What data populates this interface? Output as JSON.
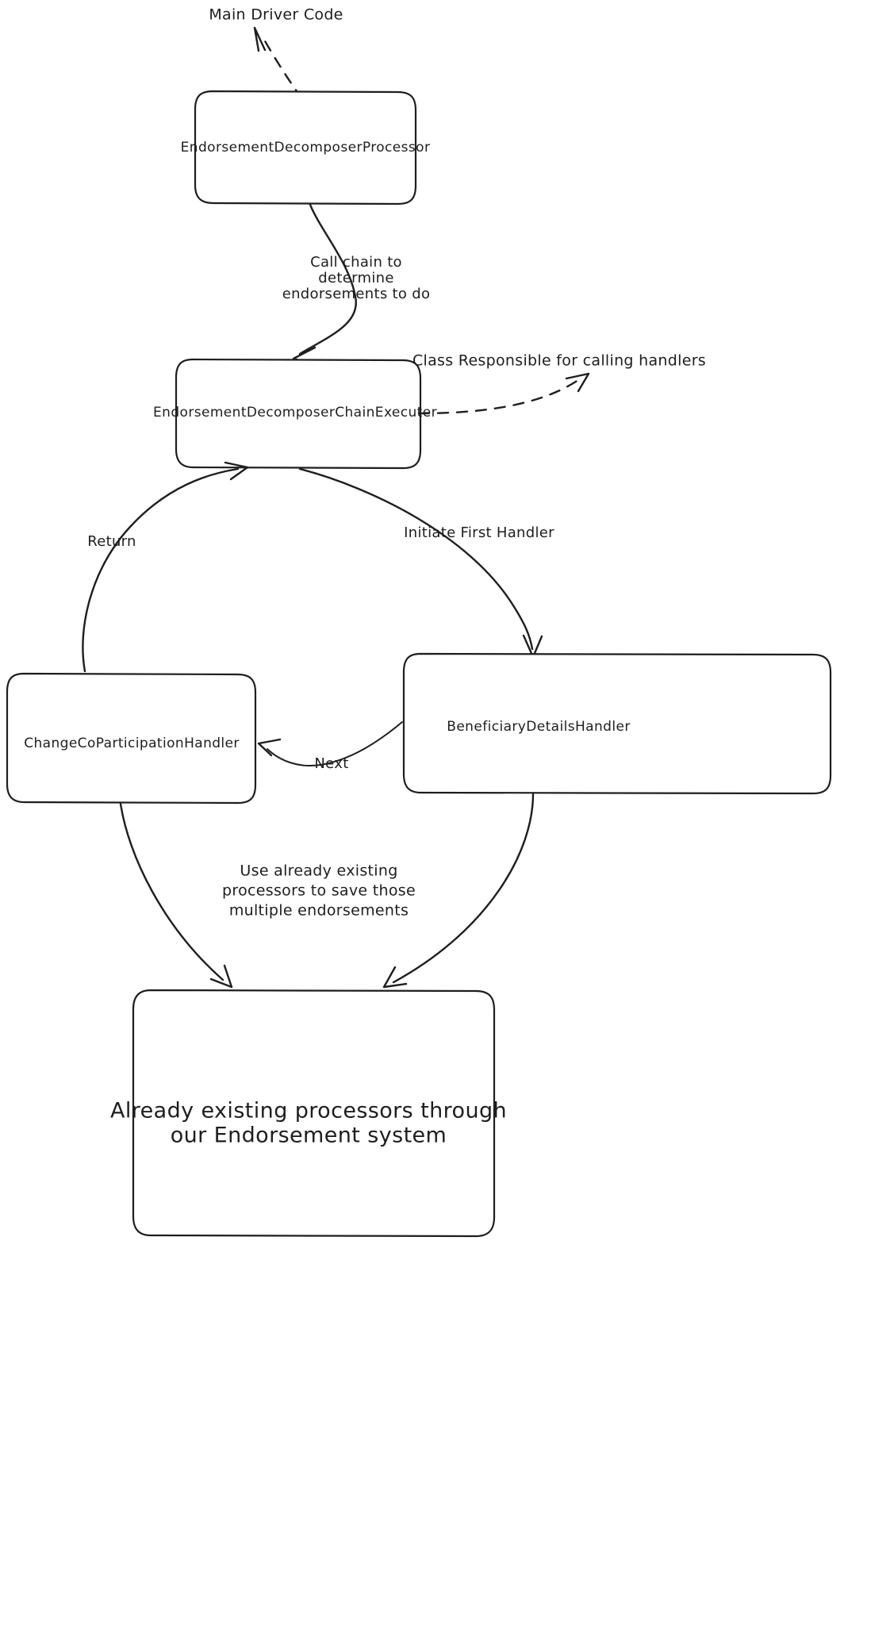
{
  "diagram": {
    "style": "hand-drawn-sketch",
    "background_color": "#ffffff",
    "stroke_color": "#1e1e1e",
    "nodes": [
      {
        "id": "processor",
        "label": "EndorsementDecomposerProcessor",
        "shape": "rounded-rectangle"
      },
      {
        "id": "chain-executer",
        "label": "EndorsementDecomposerChainExecuter",
        "shape": "rounded-rectangle"
      },
      {
        "id": "change-co-participation-handler",
        "label": "ChangeCoParticipationHandler",
        "shape": "rounded-rectangle"
      },
      {
        "id": "beneficiary-details-handler",
        "label": "BeneficiaryDetailsHandler",
        "shape": "rounded-rectangle"
      },
      {
        "id": "existing-processors",
        "label_line1": "Already existing processors through",
        "label_line2": "our Endorsement system",
        "shape": "rounded-rectangle"
      }
    ],
    "annotations": [
      {
        "id": "main-driver-code",
        "text": "Main Driver Code",
        "connector": "dashed-arrow"
      },
      {
        "id": "class-responsible",
        "text": "Class Responsible for calling handlers",
        "connector": "dashed-arrow"
      }
    ],
    "edge_labels": [
      {
        "id": "call-chain",
        "line1": "Call chain to",
        "line2": "determine",
        "line3": "endorsements to do"
      },
      {
        "id": "return",
        "text": "Return"
      },
      {
        "id": "initiate-first-handler",
        "text": "Initiate First Handler"
      },
      {
        "id": "next",
        "text": "Next"
      },
      {
        "id": "use-existing",
        "line1": "Use already existing",
        "line2": "processors to save those",
        "line3": "multiple endorsements"
      }
    ]
  }
}
